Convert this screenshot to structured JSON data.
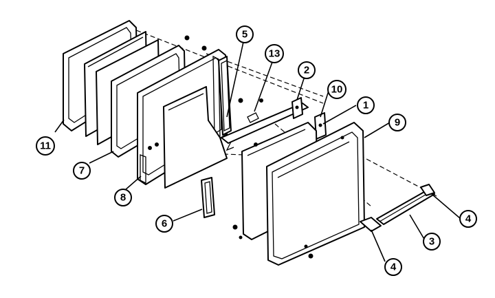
{
  "callouts": [
    {
      "id": "c1",
      "label": "1"
    },
    {
      "id": "c2",
      "label": "2"
    },
    {
      "id": "c3",
      "label": "3"
    },
    {
      "id": "c4a",
      "label": "4"
    },
    {
      "id": "c4b",
      "label": "4"
    },
    {
      "id": "c5",
      "label": "5"
    },
    {
      "id": "c6",
      "label": "6"
    },
    {
      "id": "c7",
      "label": "7"
    },
    {
      "id": "c8",
      "label": "8"
    },
    {
      "id": "c9",
      "label": "9"
    },
    {
      "id": "c10",
      "label": "10"
    },
    {
      "id": "c11",
      "label": "11"
    },
    {
      "id": "c13",
      "label": "13"
    }
  ]
}
